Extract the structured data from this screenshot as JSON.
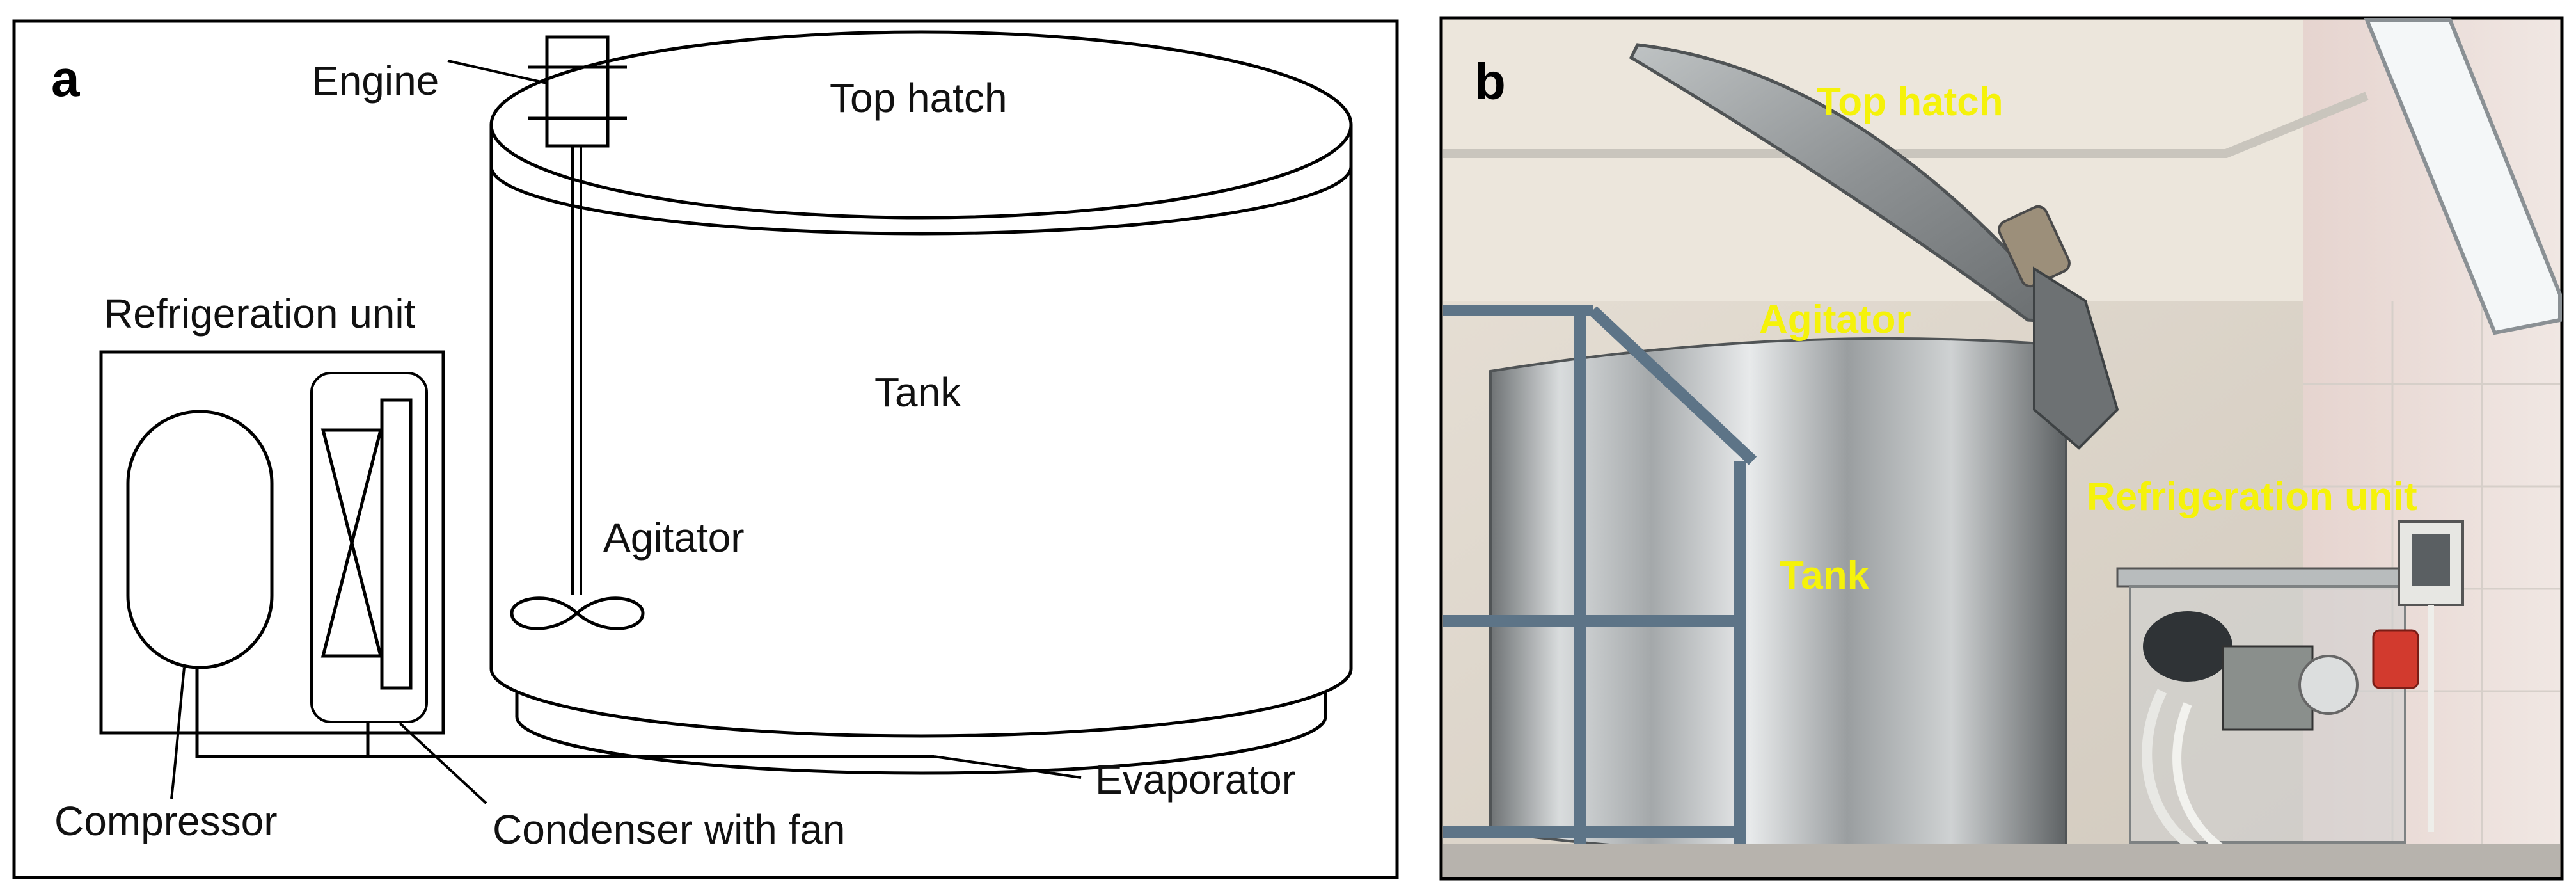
{
  "panel_a": {
    "letter": "a",
    "labels": {
      "engine": "Engine",
      "top_hatch": "Top hatch",
      "refrigeration_unit": "Refrigeration unit",
      "tank": "Tank",
      "agitator": "Agitator",
      "compressor": "Compressor",
      "condenser_with_fan": "Condenser with fan",
      "evaporator": "Evaporator"
    }
  },
  "panel_b": {
    "letter": "b",
    "label_color": "#f5f20a",
    "labels": {
      "top_hatch": "Top hatch",
      "agitator": "Agitator",
      "refrigeration_unit": "Refrigeration unit",
      "tank": "Tank"
    }
  }
}
